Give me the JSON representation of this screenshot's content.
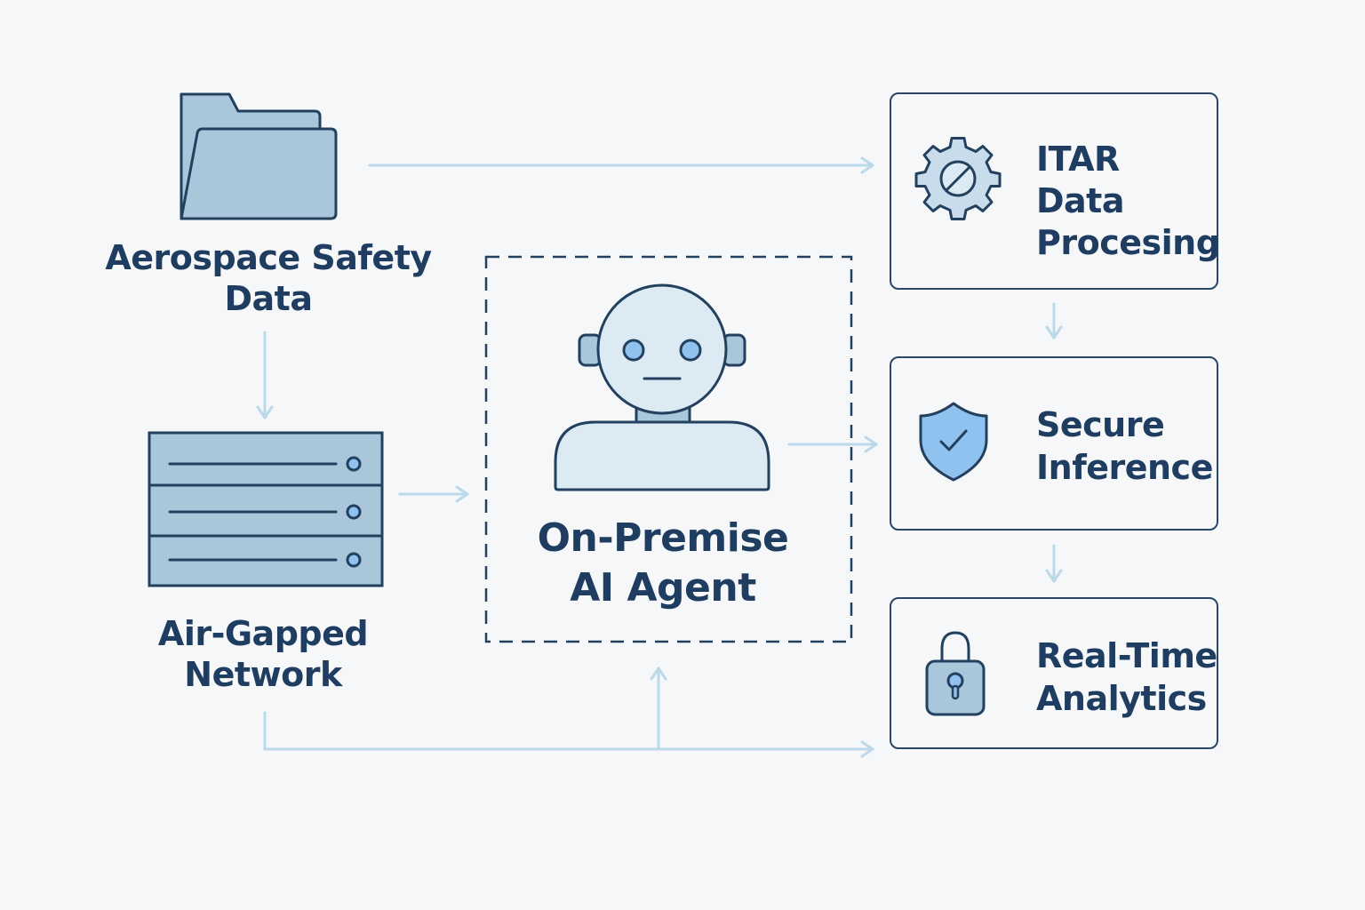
{
  "nodes": {
    "aerospace_data": {
      "label_line1": "Aerospace Safety",
      "label_line2": "Data",
      "icon": "folder-icon"
    },
    "air_gapped_network": {
      "label_line1": "Air-Gapped",
      "label_line2": "Network",
      "icon": "server-rack-icon"
    },
    "ai_agent": {
      "label_line1": "On-Premise",
      "label_line2": "AI Agent",
      "icon": "robot-icon"
    },
    "itar_processing": {
      "label_line1": "ITAR",
      "label_line2": "Data",
      "label_line3": "Procesing",
      "icon": "gear-icon"
    },
    "secure_inference": {
      "label_line1": "Secure",
      "label_line2": "Inference",
      "icon": "shield-check-icon"
    },
    "realtime_analytics": {
      "label_line1": "Real-Time",
      "label_line2": "Analytics",
      "icon": "padlock-icon"
    }
  },
  "edges": [
    {
      "from": "aerospace_data",
      "to": "itar_processing"
    },
    {
      "from": "aerospace_data",
      "to": "air_gapped_network"
    },
    {
      "from": "air_gapped_network",
      "to": "ai_agent"
    },
    {
      "from": "ai_agent",
      "to": "secure_inference"
    },
    {
      "from": "itar_processing",
      "to": "secure_inference"
    },
    {
      "from": "secure_inference",
      "to": "realtime_analytics"
    },
    {
      "from": "air_gapped_network",
      "to": "ai_agent",
      "route": "bottom-bus"
    },
    {
      "from": "air_gapped_network",
      "to": "realtime_analytics",
      "route": "bottom-bus"
    }
  ],
  "colors": {
    "background": "#f6f7f9",
    "outline": "#23405f",
    "text": "#1e3d60",
    "arrow": "#bcd9ea",
    "fill_steel": "#a9c6da",
    "fill_pale": "#dceaf3",
    "fill_accent": "#8fc2ee"
  }
}
